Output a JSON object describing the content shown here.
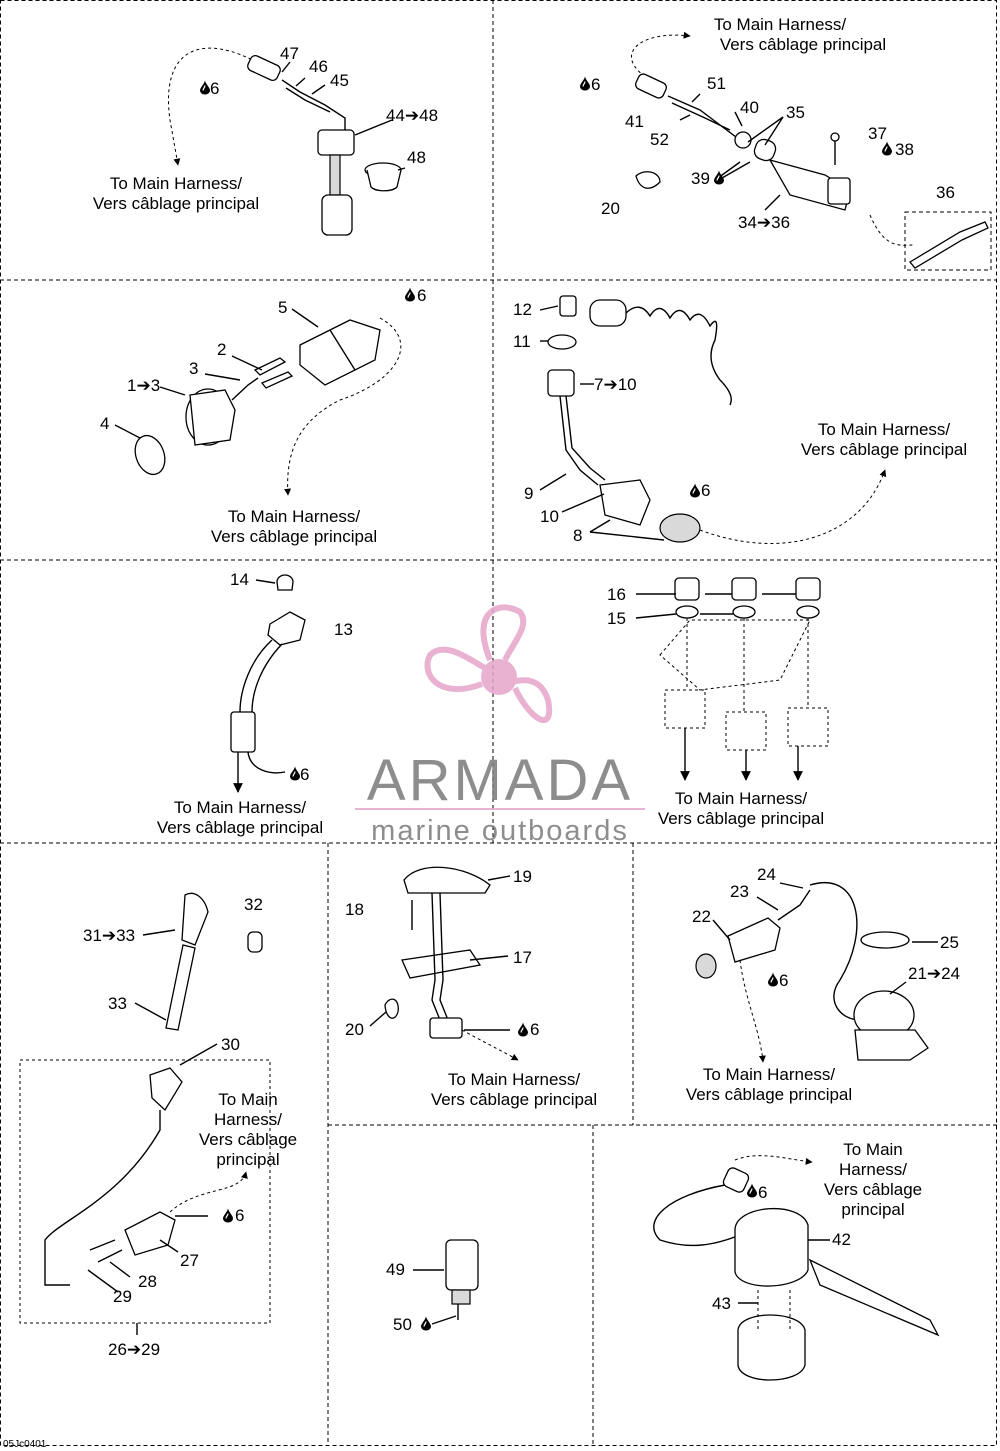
{
  "harness_label_en": "To Main Harness/",
  "harness_label_fr": "Vers câblage principal",
  "harness_split": [
    "To Main",
    "Harness/",
    "Vers câblage",
    "principal"
  ],
  "watermark": {
    "brand": "ARMADA",
    "tagline": "marine outboards",
    "color": "#e6a5c9"
  },
  "footer_code": "05Jc0401",
  "callouts": {
    "p1": [
      "47",
      "46",
      "45",
      "6",
      "44➔48",
      "48"
    ],
    "p2": [
      "51",
      "40",
      "35",
      "6",
      "41",
      "52",
      "37",
      "38",
      "39",
      "20",
      "34➔36",
      "36"
    ],
    "p3": [
      "5",
      "6",
      "2",
      "3",
      "1➔3",
      "4"
    ],
    "p4": [
      "12",
      "11",
      "7➔10",
      "9",
      "6",
      "10",
      "8"
    ],
    "p5": [
      "14",
      "13",
      "6"
    ],
    "p6": [
      "16",
      "15"
    ],
    "p7": [
      "32",
      "31➔33",
      "33",
      "30",
      "6",
      "27",
      "28",
      "29",
      "26➔29"
    ],
    "p8": [
      "19",
      "18",
      "17",
      "20",
      "6"
    ],
    "p9": [
      "24",
      "23",
      "22",
      "25",
      "21➔24",
      "6"
    ],
    "p10": [
      "49",
      "50"
    ],
    "p11": [
      "6",
      "42",
      "43"
    ]
  }
}
